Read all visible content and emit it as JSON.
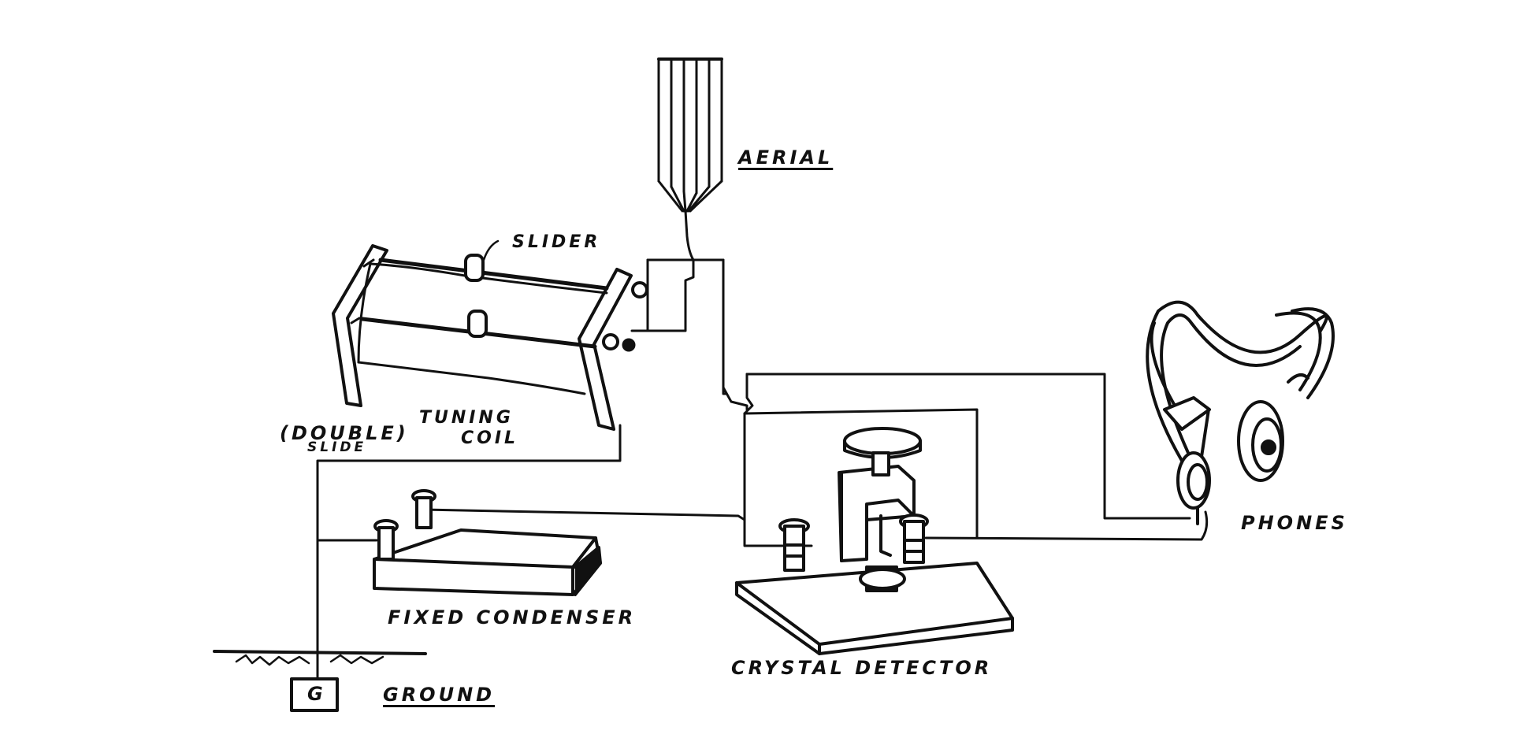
{
  "labels": {
    "aerial": "AERIAL",
    "slider": "SLIDER",
    "tuning_coil_line1": "TUNING",
    "tuning_coil_line2": "COIL",
    "double_slide_line1": "(DOUBLE)",
    "double_slide_line2": "SLIDE",
    "phones": "PHONES",
    "fixed_condenser": "FIXED CONDENSER",
    "crystal_detector": "CRYSTAL DETECTOR",
    "ground": "GROUND",
    "ground_box": "G"
  },
  "colors": {
    "ink": "#111111",
    "paper": "#ffffff"
  }
}
